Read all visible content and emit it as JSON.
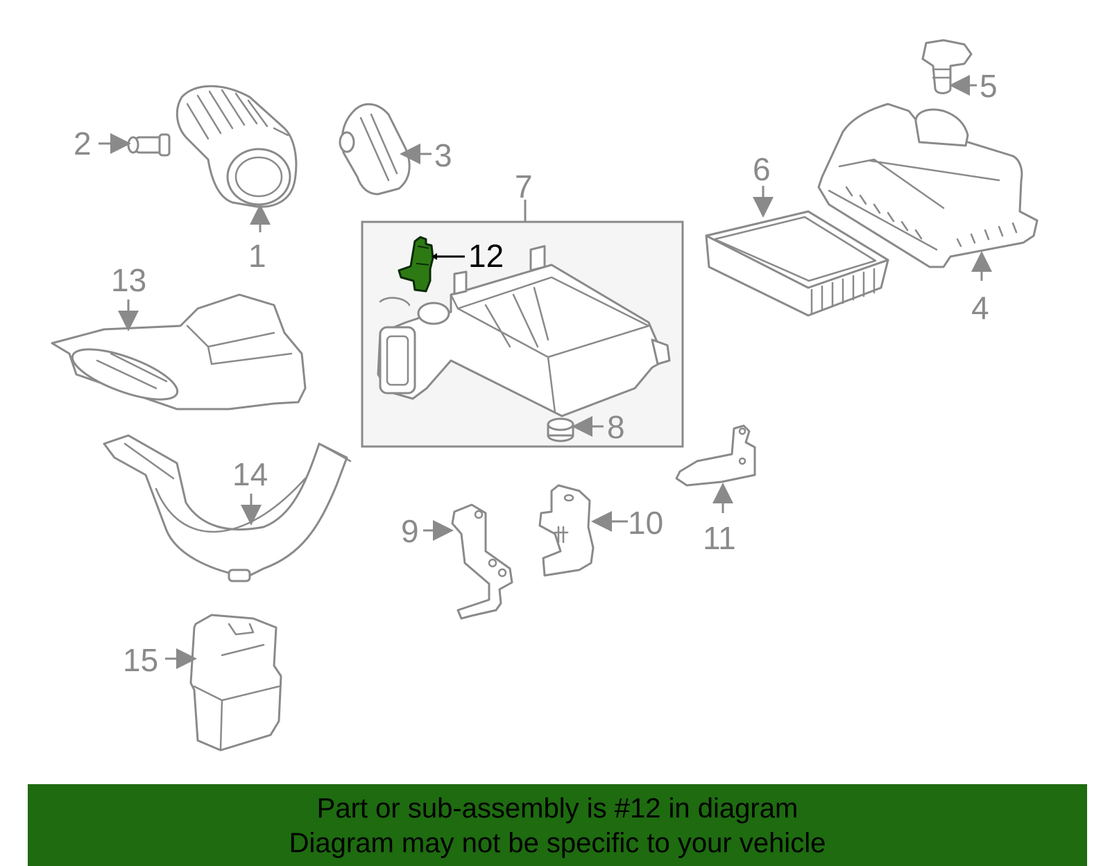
{
  "colors": {
    "part_stroke": "#8a8a8a",
    "highlight_fill": "#2d7a14",
    "banner_bg": "#1e6b10",
    "box_bg": "#f5f5f5"
  },
  "highlighted_part": "12",
  "callouts": {
    "c1": "1",
    "c2": "2",
    "c3": "3",
    "c4": "4",
    "c5": "5",
    "c6": "6",
    "c7": "7",
    "c8": "8",
    "c9": "9",
    "c10": "10",
    "c11": "11",
    "c12": "12",
    "c13": "13",
    "c14": "14",
    "c15": "15"
  },
  "banner": {
    "line1": "Part or sub-assembly is #12 in diagram",
    "line2": "Diagram may not be specific to your vehicle"
  }
}
